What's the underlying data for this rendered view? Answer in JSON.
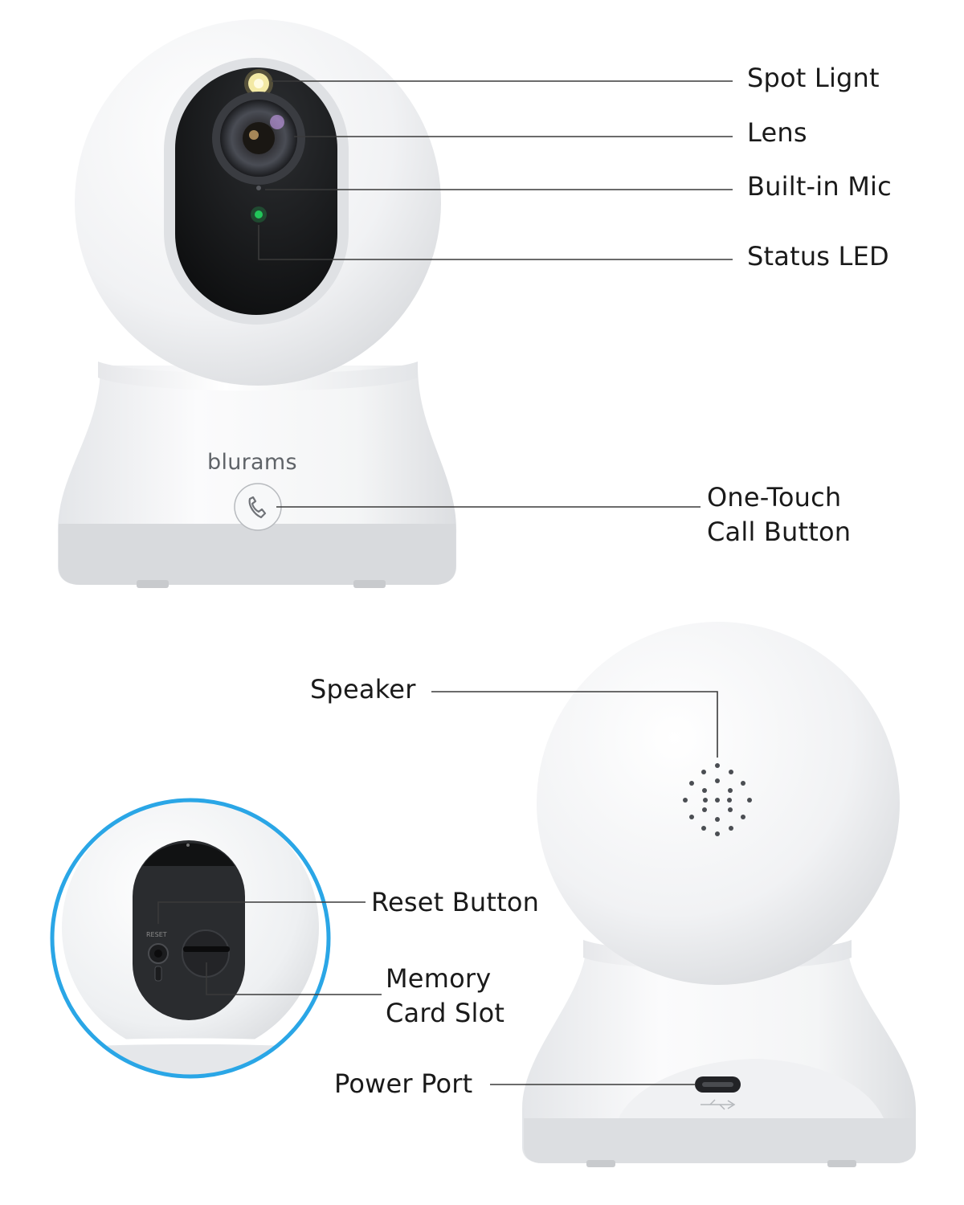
{
  "brand": "blurams",
  "callouts": {
    "spot_light": "Spot Lignt",
    "lens": "Lens",
    "built_in_mic": "Built-in Mic",
    "status_led": "Status LED",
    "call_button": [
      "One-Touch",
      "Call Button"
    ],
    "speaker": "Speaker",
    "reset_button": "Reset Button",
    "memory_card_slot": [
      "Memory",
      "Card Slot"
    ],
    "power_port": "Power Port"
  },
  "reset_port_text": "RESET",
  "colors": {
    "accent_ring": "#2aa6e6",
    "status_led": "#22c65a",
    "spot_light": "#f3e9a4",
    "device_body": "#f3f4f6",
    "base_trim": "#d8dadd",
    "faceplate": "#17181a"
  },
  "icons": {
    "call_button": "phone-icon",
    "usb_port": "usb-icon"
  }
}
